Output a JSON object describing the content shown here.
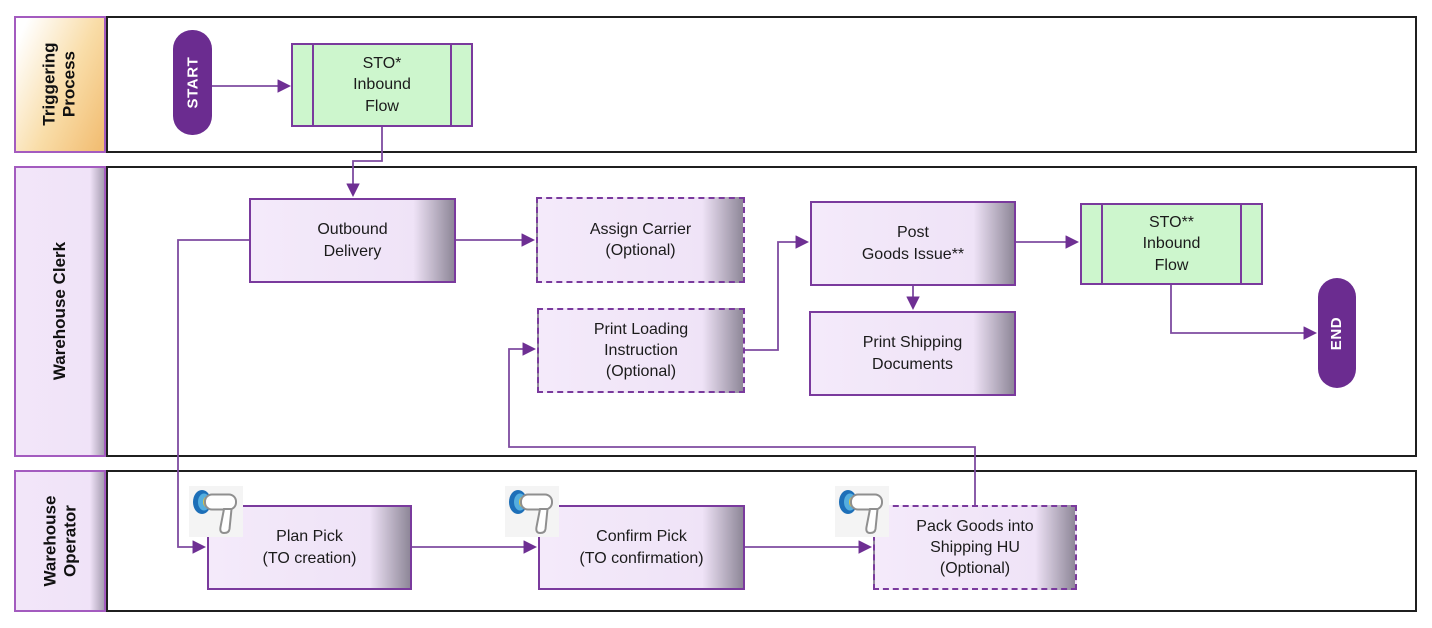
{
  "lanes": [
    {
      "id": "triggering-process",
      "lines": [
        "Triggering",
        "Process"
      ]
    },
    {
      "id": "warehouse-clerk",
      "lines": [
        "Warehouse Clerk"
      ]
    },
    {
      "id": "warehouse-operator",
      "lines": [
        "Warehouse",
        "Operator"
      ]
    }
  ],
  "terminators": {
    "start": "START",
    "end": "END"
  },
  "nodes": {
    "sto_inbound_flow_1": {
      "type": "subprocess",
      "lines": [
        "STO*",
        "Inbound",
        "Flow"
      ]
    },
    "outbound_delivery": {
      "type": "task",
      "lines": [
        "Outbound",
        "Delivery"
      ]
    },
    "assign_carrier": {
      "type": "task-optional",
      "lines": [
        "Assign Carrier",
        "(Optional)"
      ]
    },
    "print_loading_instruction": {
      "type": "task-optional",
      "lines": [
        "Print Loading",
        "Instruction",
        "(Optional)"
      ]
    },
    "post_goods_issue": {
      "type": "task",
      "lines": [
        "Post",
        "Goods Issue**"
      ]
    },
    "print_shipping_documents": {
      "type": "task",
      "lines": [
        "Print Shipping",
        "Documents"
      ]
    },
    "sto_inbound_flow_2": {
      "type": "subprocess",
      "lines": [
        "STO**",
        "Inbound",
        "Flow"
      ]
    },
    "plan_pick": {
      "type": "task",
      "icon": "barcode-scanner",
      "lines": [
        "Plan Pick",
        "(TO creation)"
      ]
    },
    "confirm_pick": {
      "type": "task",
      "icon": "barcode-scanner",
      "lines": [
        "Confirm Pick",
        "(TO confirmation)"
      ]
    },
    "pack_goods_shipping_hu": {
      "type": "task-optional",
      "icon": "barcode-scanner",
      "lines": [
        "Pack Goods into",
        "Shipping HU",
        "(Optional)"
      ]
    }
  },
  "colors": {
    "terminator_purple": "#6B2C90",
    "node_border_purple": "#7A3A9D",
    "connector_purple": "#7E4BA0",
    "task_fill_lavender": "#F2E7F8",
    "task_shadow_grey": "#8E8798",
    "subprocess_fill_green": "#CDF6CD",
    "lane_label_fill_lavender": "#F1E4F8",
    "trigger_lane_orange": "#F2BE74",
    "lane_border_black": "#1F1F1F",
    "scanner_blue": "#1D6FB8"
  }
}
